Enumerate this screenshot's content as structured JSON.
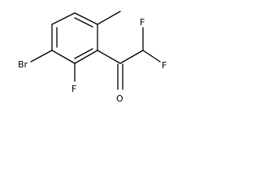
{
  "molecule": {
    "atoms": {
      "bromine": "Br",
      "fluorine_ring": "F",
      "oxygen": "O",
      "fluorine_top": "F",
      "fluorine_right": "F"
    }
  },
  "colors": {
    "bond": "#000000",
    "label": "#000000",
    "background": "#ffffff"
  }
}
